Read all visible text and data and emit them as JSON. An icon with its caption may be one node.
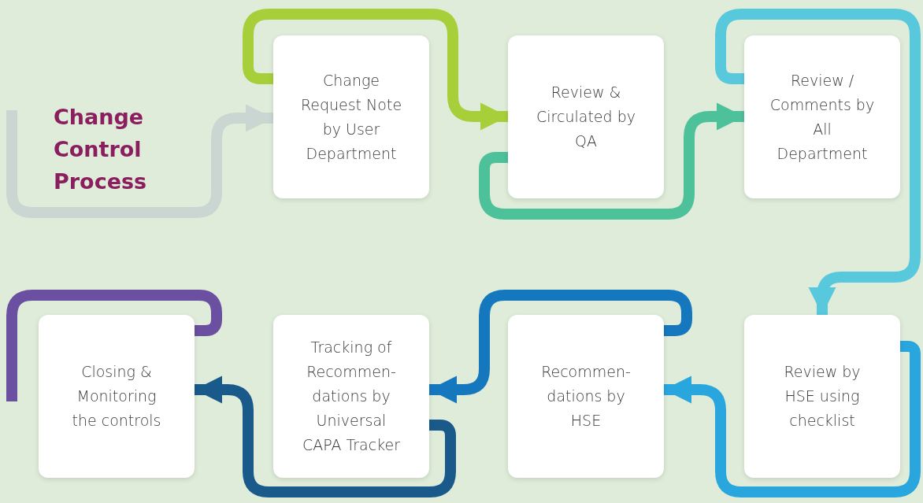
{
  "diagram": {
    "title": "Change Control Process",
    "nodes": [
      {
        "text": [
          "Change Request Note by User Department"
        ]
      },
      {
        "text": [
          "Review & Circulated by QA"
        ]
      },
      {
        "text": [
          "Review / Comments by All Department"
        ]
      },
      {
        "text": [
          "Review by HSE using checklist"
        ]
      },
      {
        "text": [
          "Recommen- dations by HSE"
        ]
      },
      {
        "text": [
          "Tracking of Recommen- dations by Universal CAPA Tracker"
        ]
      },
      {
        "text": [
          "Closing & Monitoring the controls"
        ]
      }
    ],
    "edges": [
      {
        "from": null,
        "to": 0,
        "arrow": "to",
        "color": "#c9d6d2"
      },
      {
        "from": 0,
        "to": 1,
        "arrow": "to",
        "color": "#a6cf3a"
      },
      {
        "from": 1,
        "to": 2,
        "arrow": "to",
        "color": "#4cc19a"
      },
      {
        "from": 2,
        "to": 3,
        "arrow": "to",
        "color": "#58c8dc"
      },
      {
        "from": 3,
        "to": 4,
        "arrow": "to",
        "color": "#29a6de"
      },
      {
        "from": 4,
        "to": 5,
        "arrow": "to",
        "color": "#1578bf"
      },
      {
        "from": 5,
        "to": 6,
        "arrow": "to",
        "color": "#1a5a8a"
      },
      {
        "from": 6,
        "to": null,
        "arrow": "none",
        "color": "#6b4fa0"
      }
    ]
  }
}
